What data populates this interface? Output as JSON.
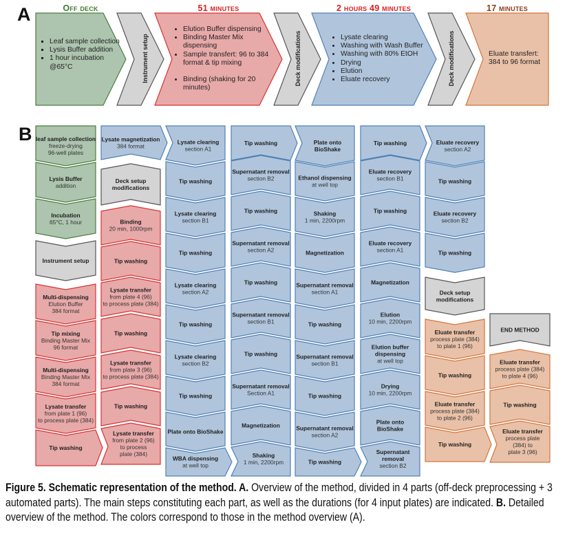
{
  "colors": {
    "green": {
      "fill": "#adc4ae",
      "stroke": "#4b7d3f"
    },
    "gray": {
      "fill": "#d4d4d4",
      "stroke": "#555555"
    },
    "red": {
      "fill": "#e8a9a9",
      "stroke": "#d83232"
    },
    "blue": {
      "fill": "#b0c5dc",
      "stroke": "#4f80b5"
    },
    "orange": {
      "fill": "#e9c1a8",
      "stroke": "#d6743b"
    },
    "hdr_green": "#3f7a2e",
    "hdr_red": "#d82020",
    "hdr_brown": "#8a3a1a"
  },
  "part_a": {
    "label": "A",
    "headers": {
      "off_deck": "Off deck",
      "part1": "51 minutes",
      "part2": "2 hours 49 minutes",
      "part3": "17 minutes"
    },
    "off_deck_items": [
      "Leaf sample collection",
      "Lysis Buffer addition",
      "1 hour incubation @65°C"
    ],
    "instrument_setup": "Instrument setup",
    "part1_items": [
      "Elution Buffer dispensing",
      "Binding Master Mix dispensing",
      "Sample transfert: 96 to 384 format & tip mixing",
      "Binding (shaking for 20 minutes)"
    ],
    "deck_mod_1": "Deck modifications",
    "part2_items": [
      "Lysate clearing",
      "Washing with Wash Buffer",
      "Washing with 80% EtOH",
      "Drying",
      "Elution",
      "Eluate recovery"
    ],
    "deck_mod_2": "Deck modifications",
    "part3_lines": [
      "Eluate transfert:",
      "384 to 96 format"
    ]
  },
  "part_b": {
    "label": "B",
    "columns": [
      [
        {
          "title": "leaf sample collection",
          "sub": [
            "freeze-drying",
            "96-well plates"
          ],
          "phase": "green"
        },
        {
          "title": "Lysis Buffer",
          "sub": [
            "addition"
          ],
          "phase": "green"
        },
        {
          "title": "Incubation",
          "sub": [
            "65°C, 1 hour"
          ],
          "phase": "green"
        },
        {
          "title": "Instrument setup",
          "sub": [],
          "phase": "gray"
        },
        {
          "title": "Multi-dispensing",
          "sub": [
            "Elution Buffer",
            "384 format"
          ],
          "phase": "red"
        },
        {
          "title": "Tip mixing",
          "sub": [
            "Binding Master Mix",
            "96 format"
          ],
          "phase": "red"
        },
        {
          "title": "Multi-dispensing",
          "sub": [
            "Binding Master Mix",
            "384 format"
          ],
          "phase": "red"
        },
        {
          "title": "Lysate transfer",
          "sub": [
            "from plate 1 (96)",
            "to process plate (384)"
          ],
          "phase": "red"
        },
        {
          "title": "Tip washing",
          "sub": [],
          "phase": "red"
        }
      ],
      [
        {
          "title": "Lysate magnetization",
          "sub": [
            "384 format"
          ],
          "phase": "blue"
        },
        {
          "title": "Deck setup",
          "title2": "modifications",
          "sub": [],
          "phase": "gray"
        },
        {
          "title": "Binding",
          "sub": [
            "20 min, 1000rpm"
          ],
          "phase": "red"
        },
        {
          "title": "Tip washing",
          "sub": [],
          "phase": "red"
        },
        {
          "title": "Lysate transfer",
          "sub": [
            "from plate 4 (96)",
            "to process plate (384)"
          ],
          "phase": "red"
        },
        {
          "title": "Tip washing",
          "sub": [],
          "phase": "red"
        },
        {
          "title": "Lysate transfer",
          "sub": [
            "from plate 3 (96)",
            "to process plate (384)"
          ],
          "phase": "red"
        },
        {
          "title": "Tip washing",
          "sub": [],
          "phase": "red"
        },
        {
          "title": "Lysate transfer",
          "sub": [
            "from plate 2 (96)",
            "to process",
            "plate (384)"
          ],
          "phase": "red"
        }
      ],
      [
        {
          "title": "Lysate clearing",
          "sub": [
            "section A1"
          ],
          "phase": "blue"
        },
        {
          "title": "Tip washing",
          "sub": [],
          "phase": "blue"
        },
        {
          "title": "Lysate clearing",
          "sub": [
            "section B1"
          ],
          "phase": "blue"
        },
        {
          "title": "Tip washing",
          "sub": [],
          "phase": "blue"
        },
        {
          "title": "Lysate clearing",
          "sub": [
            "section A2"
          ],
          "phase": "blue"
        },
        {
          "title": "Tip washing",
          "sub": [],
          "phase": "blue"
        },
        {
          "title": "Lysate clearing",
          "sub": [
            "section B2"
          ],
          "phase": "blue"
        },
        {
          "title": "Tip washing",
          "sub": [],
          "phase": "blue"
        },
        {
          "title": "Plate onto BioShake",
          "sub": [],
          "phase": "blue"
        },
        {
          "title": "WBA dispensing",
          "sub": [
            "at well top"
          ],
          "phase": "blue"
        }
      ],
      [
        {
          "title": "Tip washing",
          "sub": [],
          "phase": "blue"
        },
        {
          "title": "Supernatant removal",
          "sub": [
            "section B2"
          ],
          "phase": "blue"
        },
        {
          "title": "Tip washing",
          "sub": [],
          "phase": "blue"
        },
        {
          "title": "Supernatant removal",
          "sub": [
            "section A2"
          ],
          "phase": "blue"
        },
        {
          "title": "Tip washing",
          "sub": [],
          "phase": "blue"
        },
        {
          "title": "Supernatant removal",
          "sub": [
            "section B1"
          ],
          "phase": "blue"
        },
        {
          "title": "Tip washing",
          "sub": [],
          "phase": "blue"
        },
        {
          "title": "Supernatant removal",
          "sub": [
            "Section A1"
          ],
          "phase": "blue"
        },
        {
          "title": "Magnetization",
          "sub": [],
          "phase": "blue"
        },
        {
          "title": "Shaking",
          "sub": [
            "1 min, 2200rpm"
          ],
          "phase": "blue"
        }
      ],
      [
        {
          "title": "Plate onto",
          "title2": "BioShake",
          "sub": [],
          "phase": "blue"
        },
        {
          "title": "Ethanol dispensing",
          "sub": [
            "at well top"
          ],
          "phase": "blue"
        },
        {
          "title": "Shaking",
          "sub": [
            "1 min, 2200rpm"
          ],
          "phase": "blue"
        },
        {
          "title": "Magnetization",
          "sub": [],
          "phase": "blue"
        },
        {
          "title": "Supernatant removal",
          "sub": [
            "section A1"
          ],
          "phase": "blue"
        },
        {
          "title": "Tip washing",
          "sub": [],
          "phase": "blue"
        },
        {
          "title": "Supernatant removal",
          "sub": [
            "section B1"
          ],
          "phase": "blue"
        },
        {
          "title": "Tip washing",
          "sub": [],
          "phase": "blue"
        },
        {
          "title": "Supernatant removal",
          "sub": [
            "section A2"
          ],
          "phase": "blue"
        },
        {
          "title": "Tip washing",
          "sub": [],
          "phase": "blue"
        }
      ],
      [
        {
          "title": "Tip washing",
          "sub": [],
          "phase": "blue"
        },
        {
          "title": "Eluate recovery",
          "sub": [
            "section B1"
          ],
          "phase": "blue"
        },
        {
          "title": "Tip washing",
          "sub": [],
          "phase": "blue"
        },
        {
          "title": "Eluate recovery",
          "sub": [
            "section A1"
          ],
          "phase": "blue"
        },
        {
          "title": "Magnetization",
          "sub": [],
          "phase": "blue"
        },
        {
          "title": "Elution",
          "sub": [
            "10 min, 2200rpm"
          ],
          "phase": "blue"
        },
        {
          "title": "Elution buffer",
          "title2": "dispensing",
          "sub": [
            "at well top"
          ],
          "phase": "blue"
        },
        {
          "title": "Drying",
          "sub": [
            "10 min, 2200rpm"
          ],
          "phase": "blue"
        },
        {
          "title": "Plate onto",
          "title2": "BioShake",
          "sub": [],
          "phase": "blue"
        },
        {
          "title": "Supernatant",
          "title2": "removal",
          "sub": [
            "section B2"
          ],
          "phase": "blue"
        }
      ],
      [
        {
          "title": "Eluate recovery",
          "sub": [
            "section A2"
          ],
          "phase": "blue"
        },
        {
          "title": "Tip washing",
          "sub": [],
          "phase": "blue"
        },
        {
          "title": "Eluate recovery",
          "sub": [
            "section B2"
          ],
          "phase": "blue"
        },
        {
          "title": "Tip washing",
          "sub": [],
          "phase": "blue"
        },
        {
          "title": "Deck setup",
          "title2": "modifications",
          "sub": [],
          "phase": "gray"
        },
        {
          "title": "Eluate transfer",
          "sub": [
            "process plate (384)",
            "to plate 1 (96)"
          ],
          "phase": "orange"
        },
        {
          "title": "Tip washing",
          "sub": [],
          "phase": "orange"
        },
        {
          "title": "Eluate transfer",
          "sub": [
            "process plate (384)",
            "to plate 2 (96)"
          ],
          "phase": "orange"
        },
        {
          "title": "Tip washing",
          "sub": [],
          "phase": "orange"
        }
      ],
      [
        {
          "title": "END METHOD",
          "sub": [],
          "phase": "gray"
        },
        {
          "title": "Eluate transfer",
          "sub": [
            "process plate (384)",
            "to plate 4 (96)"
          ],
          "phase": "orange"
        },
        {
          "title": "Tip washing",
          "sub": [],
          "phase": "orange"
        },
        {
          "title": "Eluate transfer",
          "sub": [
            "process plate",
            "(384) to",
            "plate 3 (96)"
          ],
          "phase": "orange"
        }
      ]
    ]
  },
  "caption": {
    "bold1": "Figure 5. Schematic representation of the method. A.",
    "text1": " Overview of the method, divided in 4 parts (off-deck preprocessing + 3 automated parts). The main steps constituting each part, as well as the durations (for 4 input plates) are indicated. ",
    "bold2": "B.",
    "text2": " Detailed overview of the method. The colors correspond to those in the method overview (A)."
  }
}
